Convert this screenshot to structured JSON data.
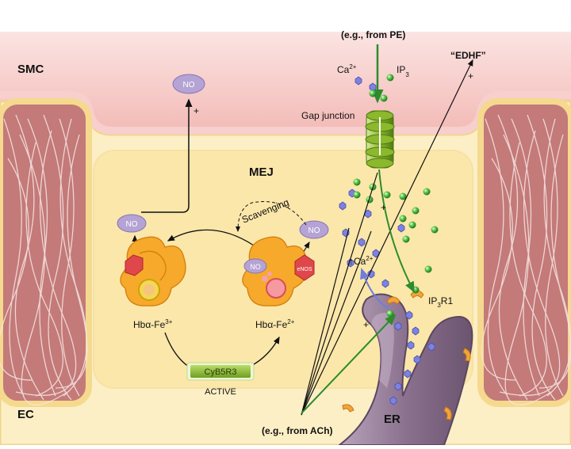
{
  "regions": {
    "smc": "SMC",
    "mej": "MEJ",
    "ec": "EC",
    "er": "ER"
  },
  "labels": {
    "pe_source": "(e.g., from PE)",
    "ach_source": "(e.g., from ACh)",
    "edhf": "“EDHF”",
    "ca_top": "Ca",
    "ca_top_sup": "2+",
    "ip3_top": "IP",
    "ip3_top_sub": "3",
    "gap_junction": "Gap junction",
    "scavenging": "Scavenging",
    "no_top": "NO",
    "no_left": "NO",
    "no_right": "NO",
    "no_bound": "NO",
    "enos": "eNOS",
    "hb_fe3": "Hbα-Fe",
    "hb_fe3_sup": "3+",
    "hb_fe2": "Hbα-Fe",
    "hb_fe2_sup": "2+",
    "cyb5r3": "CyB5R3",
    "active": "ACTIVE",
    "ip3r1": "IP",
    "ip3r1_sub": "3",
    "ip3r1_suffix": "R1",
    "ca_er": "↑Ca",
    "ca_er_sup": "2+",
    "plus_no": "+",
    "plus_edhf": "+",
    "plus_gap": "+",
    "plus_ach": "+"
  },
  "colors": {
    "smc_fill": "#f0a8a4",
    "ec_fill": "#fcefc6",
    "mej_fill": "#fbe9b0",
    "green_arrow": "#2e8b2e",
    "blue_arrow": "#6f7fd8",
    "hemoglobin": "#f6a12a",
    "er_fill": "#8f7893",
    "cyb5r3": "#86b830",
    "no_fill": "#b4a3d4",
    "enos": "#d9403d",
    "ip3_sphere": "#46b53a",
    "ca_hex": "#6a6fd1"
  }
}
